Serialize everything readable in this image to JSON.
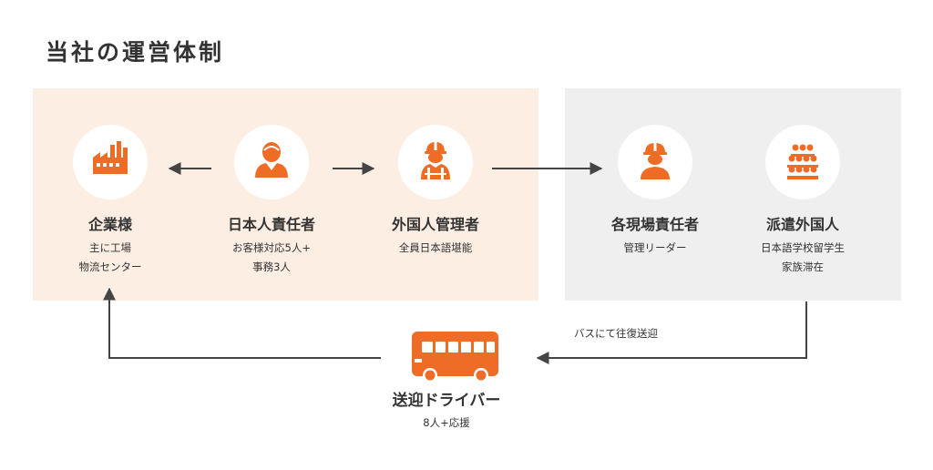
{
  "title": "当社の運営体制",
  "colors": {
    "accent": "#ee6c26",
    "left_panel": "#fdeee3",
    "right_panel": "#efefef",
    "arrow": "#444444"
  },
  "roles": [
    {
      "icon": "factory-icon",
      "title": "企業様",
      "desc": [
        "主に工場",
        "物流センター"
      ]
    },
    {
      "icon": "person-icon",
      "title": "日本人責任者",
      "desc": [
        "お客様対応5人+",
        "事務3人"
      ]
    },
    {
      "icon": "worker-vest-icon",
      "title": "外国人管理者",
      "desc": [
        "全員日本語堪能"
      ]
    },
    {
      "icon": "hardhat-icon",
      "title": "各現場責任者",
      "desc": [
        "管理リーダー"
      ]
    },
    {
      "icon": "group-icon",
      "title": "派遣外国人",
      "desc": [
        "日本語学校留学生",
        "家族滞在"
      ]
    }
  ],
  "driver": {
    "icon": "bus-icon",
    "title": "送迎ドライバー",
    "desc": "8人+応援"
  },
  "bus_label": "バスにて往復送迎"
}
